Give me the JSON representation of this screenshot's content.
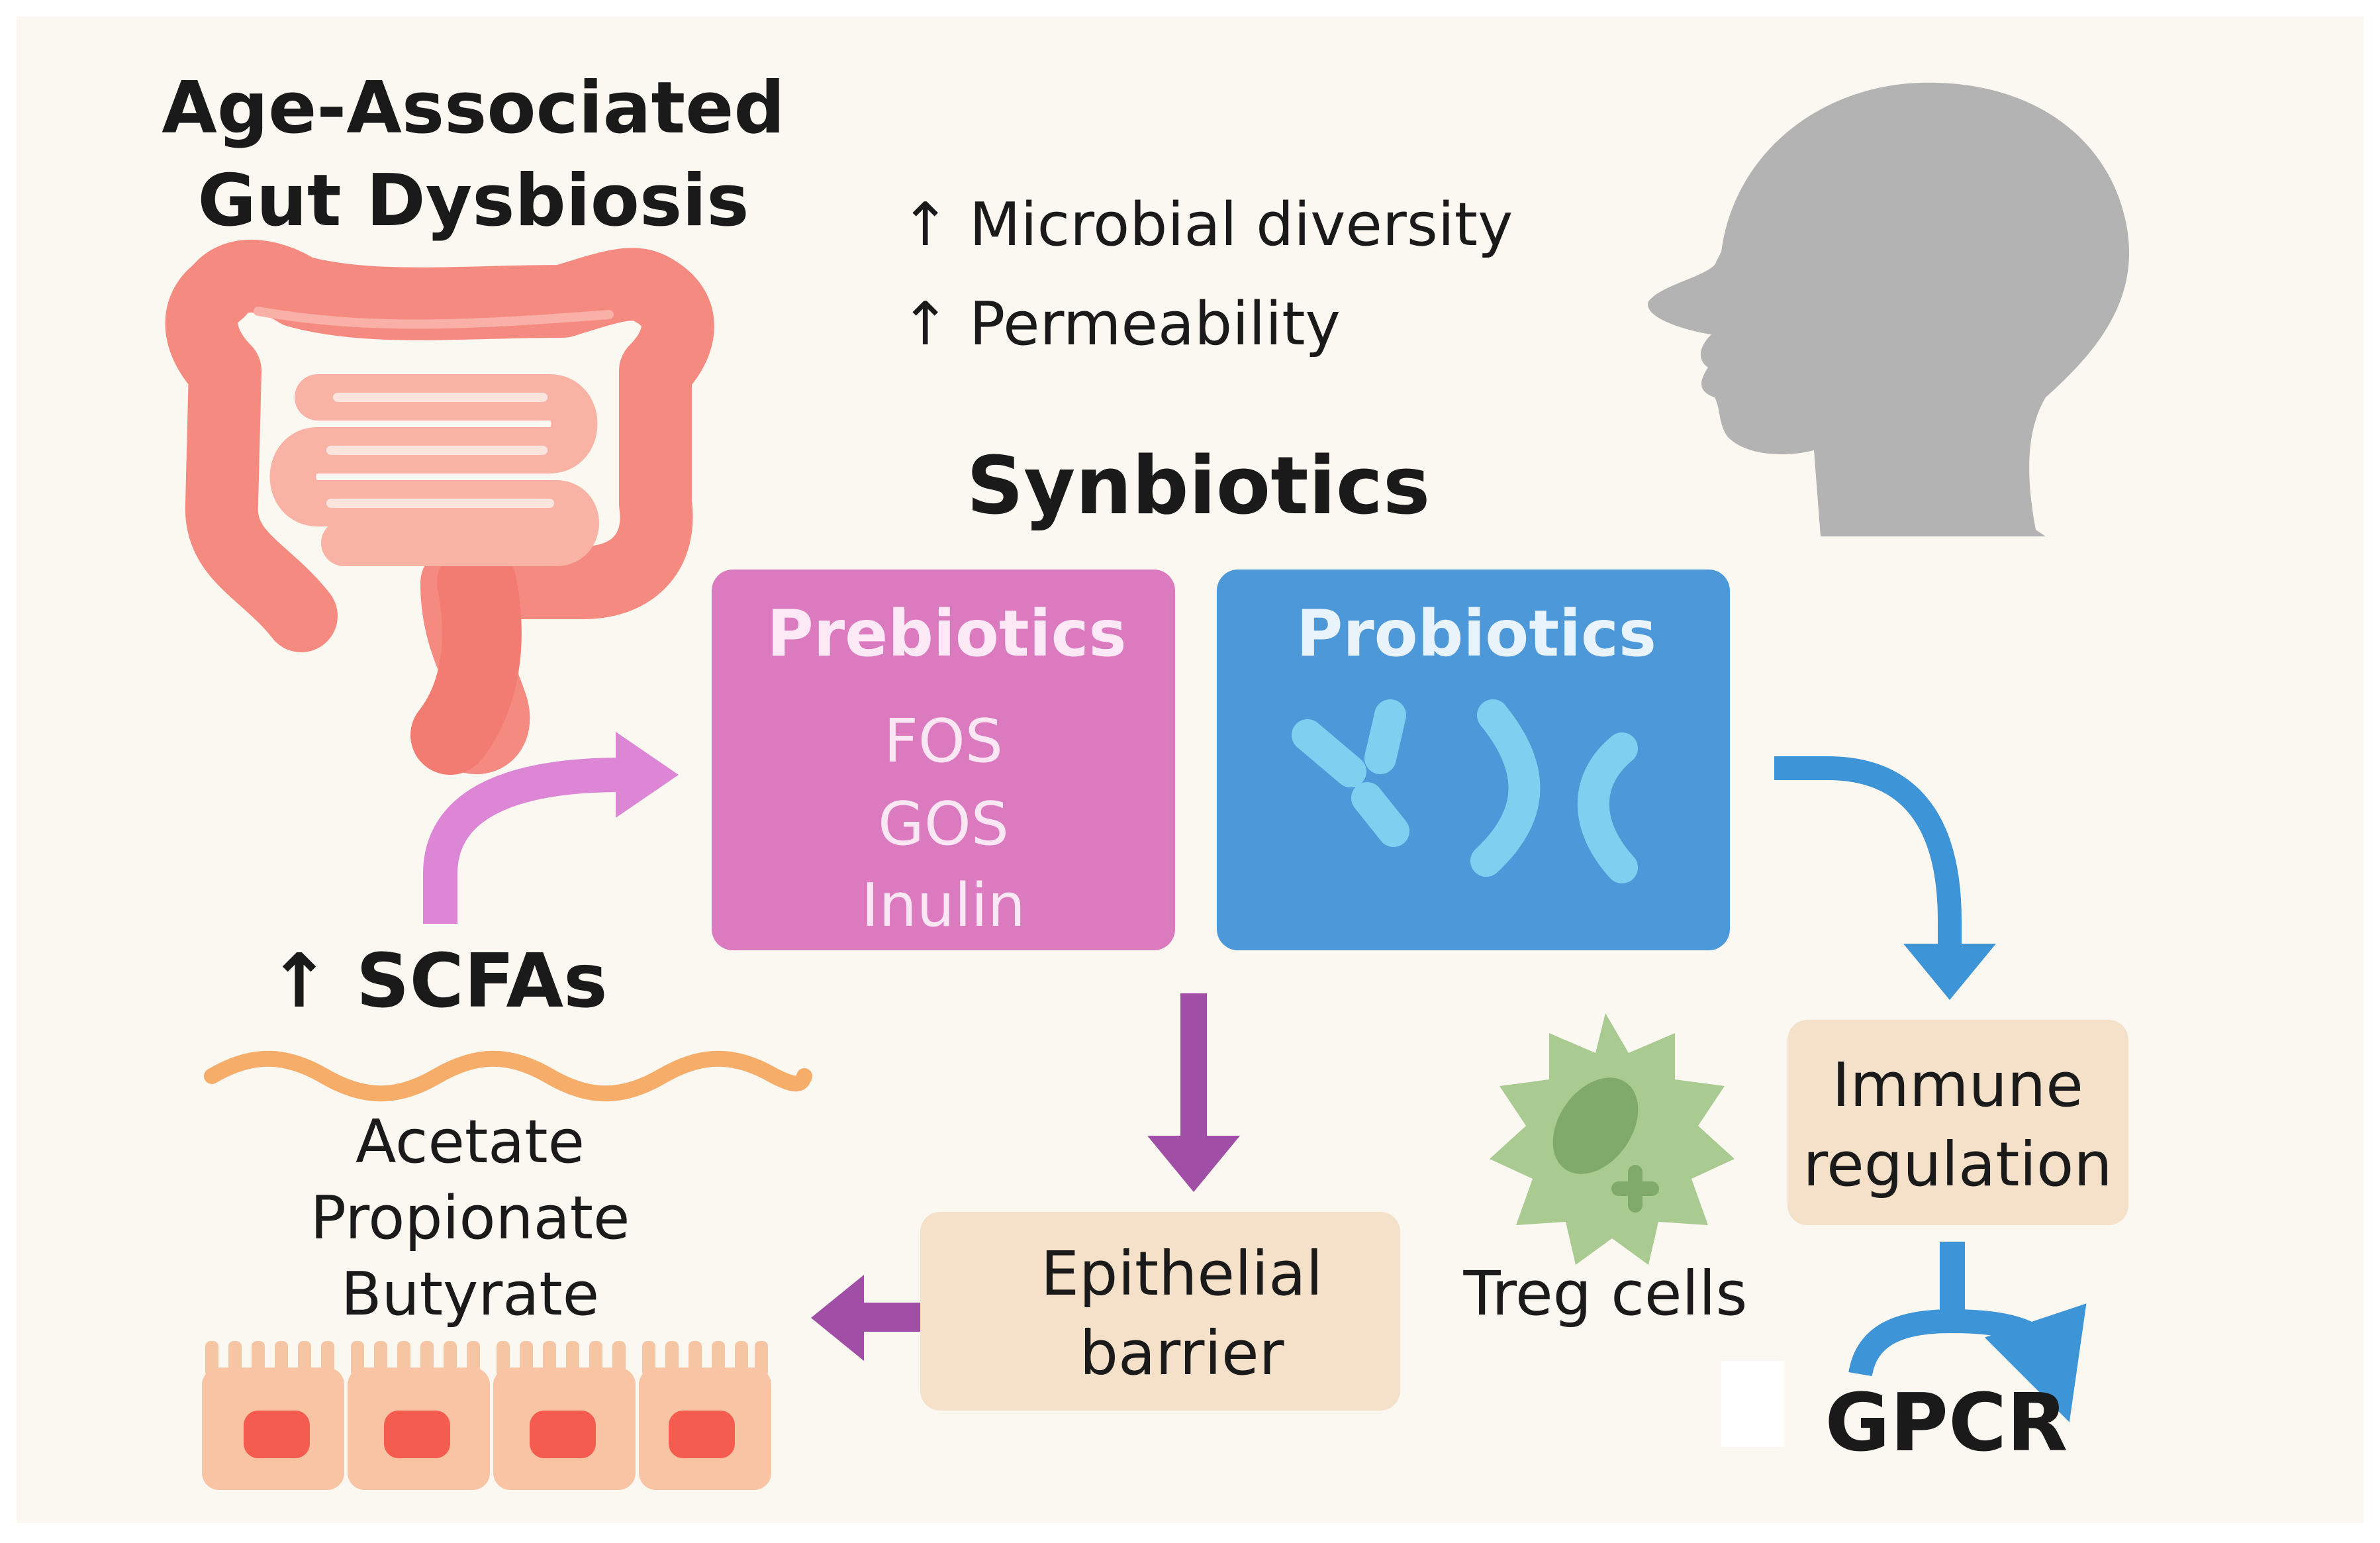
{
  "title": {
    "line1": "Age-Associated",
    "line2": "Gut Dysbiosis"
  },
  "effects": {
    "diversity": "↑ Microbial diversity",
    "permeability": "↑ Permeability"
  },
  "synbiotics": {
    "heading": "Synbiotics",
    "prebiotics": {
      "label": "Prebiotics",
      "items": [
        "FOS",
        "GOS",
        "Inulin"
      ]
    },
    "probiotics": {
      "label": "Probiotics"
    }
  },
  "scfas": {
    "label": "↑ SCFAs",
    "items": [
      "Acetate",
      "Propionate",
      "Butyrate"
    ]
  },
  "epithelial_barrier": {
    "line1": "Epithelial",
    "line2": "barrier"
  },
  "treg": {
    "label": "Treg cells"
  },
  "immune": {
    "line1": "Immune",
    "line2": "regulation"
  },
  "gpcr": {
    "label": "GPCR"
  },
  "colors": {
    "background": "#fbf8f1",
    "intestine": "#f58a80",
    "prebiotics_box": "#dc7ac0",
    "probiotics_box": "#4d98d8",
    "bacteria": "#7fd0f0",
    "head": "#b3b3b3",
    "beige_box": "#f5e1c9",
    "scfa_wave": "#f6ad6a",
    "treg_cell": "#a9ca90",
    "pink_arrow": "#dd86d6",
    "purple_arrow": "#a04ea6",
    "blue_arrow": "#3d94d6"
  },
  "icons": [
    "intestine-icon",
    "human-head-icon",
    "bacteria-icon",
    "treg-cell-icon",
    "epithelium-icon",
    "scfa-wave-icon"
  ]
}
